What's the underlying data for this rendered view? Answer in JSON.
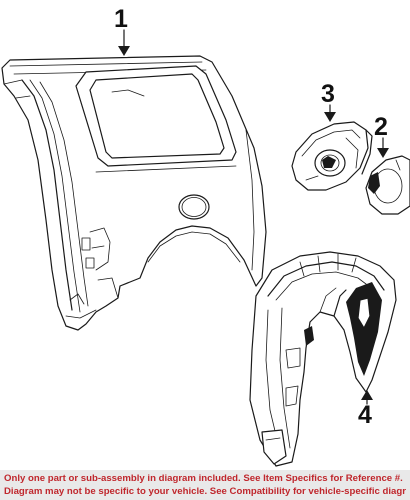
{
  "callouts": [
    {
      "number": "1",
      "part": "quarter-panel"
    },
    {
      "number": "2",
      "part": "fuel-door"
    },
    {
      "number": "3",
      "part": "fuel-filler-housing"
    },
    {
      "number": "4",
      "part": "wheelhouse-liner"
    }
  ],
  "disclaimer": {
    "line1": "Only one part or sub-assembly in diagram included. See Item Specifics for Reference #.",
    "line2": "Diagram may not be specific to your vehicle. See Compatibility for vehicle-specific diagrams."
  },
  "colors": {
    "line": "#1a1a1a",
    "background": "#ffffff",
    "footer_background": "#e9e9e9",
    "footer_text": "#c0272d"
  }
}
